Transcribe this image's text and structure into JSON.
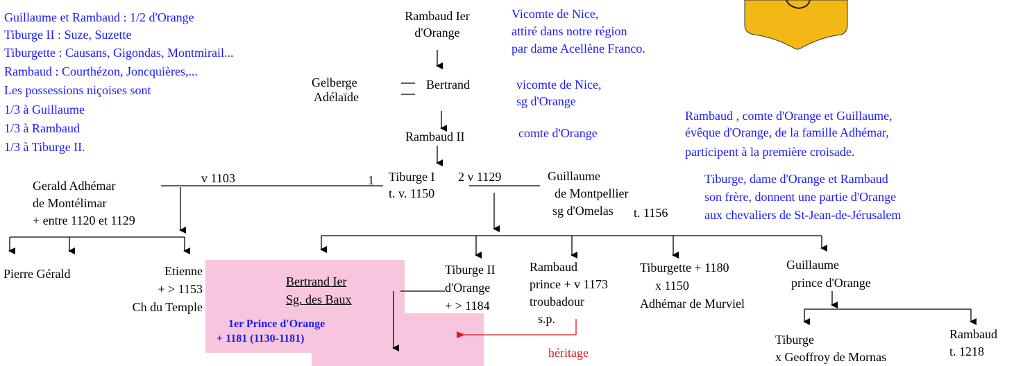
{
  "colors": {
    "blue": "#1a1aff",
    "red": "#e8141e",
    "pink": "#f7c6de",
    "shield": "#f3b716"
  },
  "notes": {
    "inheritance": [
      "Guillaume et Rambaud : 1/2 d'Orange",
      "Tiburge II : Suze, Suzette",
      "Tiburgette : Causans, Gigondas, Montmirail...",
      "Rambaud : Courthézon, Joncquières,...",
      "Les possessions niçoises sont",
      "1/3 à Guillaume",
      "1/3 à Rambaud",
      "1/3 à Tiburge II."
    ],
    "vicomte_nice_1": [
      "Vicomte de Nice,",
      "attiré dans notre région",
      "par dame Acellène Franco."
    ],
    "vicomte_nice_2": [
      "vicomte de Nice,",
      "sg d'Orange"
    ],
    "comte_orange": "comte d'Orange",
    "croisade": [
      "Rambaud , comte d'Orange  et Guillaume,",
      "évêque d'Orange, de la famille Adhémar,",
      "participent à la première croisade."
    ],
    "donation": [
      "Tiburge, dame d'Orange et Rambaud",
      "son frère, donnent une partie d'Orange",
      "aux chevaliers de St-Jean-de-Jérusalem"
    ]
  },
  "people": {
    "rambaud_1": [
      "Rambaud Ier",
      "d'Orange"
    ],
    "gelberge": "Gelberge",
    "adelaide": "Adélaïde",
    "bertrand": "Bertrand",
    "rambaud_2": "Rambaud II",
    "tiburge_1": [
      "Tiburge I",
      "t. v. 1150"
    ],
    "gerald": [
      "Gerald Adhémar",
      "de Montélimar",
      "+ entre 1120 et 1129"
    ],
    "guillaume_montpellier": [
      "Guillaume",
      "de Montpellier",
      "sg d'Omelas"
    ],
    "guillaume_montpellier_date": "t. 1156",
    "pierre_gerald": "Pierre Gérald",
    "etienne": [
      "Etienne",
      "+ > 1153",
      "Ch du Temple"
    ],
    "bertrand_baux": [
      "Bertrand Ier",
      "Sg. des Baux"
    ],
    "prince_orange": [
      "1er Prince d'Orange",
      "+ 1181 (1130-1181)"
    ],
    "tiburge_2": [
      "Tiburge II",
      "d'Orange",
      "+ > 1184"
    ],
    "rambaud_prince": [
      "Rambaud",
      "prince + v 1173",
      "troubadour",
      "s.p."
    ],
    "heritage": "héritage",
    "tiburgette": [
      "Tiburgette + 1180",
      "x 1150",
      "Adhémar de Murviel"
    ],
    "guillaume_prince": [
      "Guillaume",
      "prince d'Orange"
    ],
    "tiburge_mornas": [
      "Tiburge",
      "x Geoffroy de Mornas"
    ],
    "rambaud_1218": [
      "Rambaud",
      "t. 1218"
    ]
  },
  "marriages": {
    "m1_date": "v 1103",
    "m1_num": "1",
    "m2": "2 v 1129"
  }
}
